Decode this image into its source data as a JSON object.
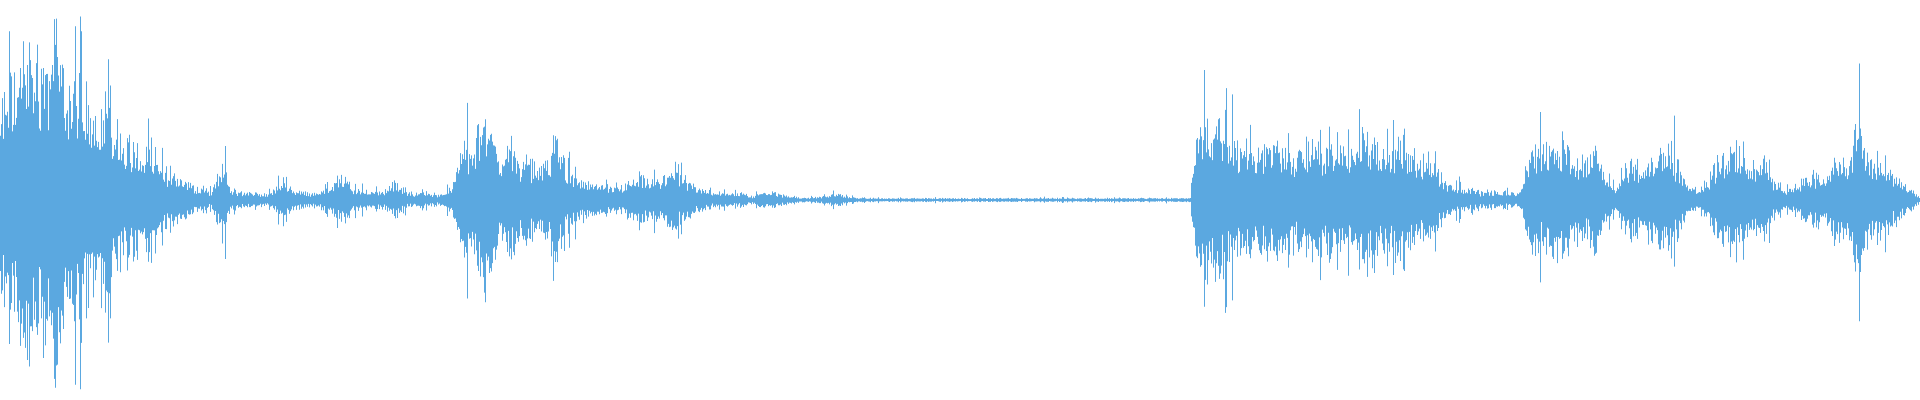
{
  "waveform": {
    "color": "#5ba8e0",
    "background": "#ffffff",
    "amplitude_envelope": [
      [
        0.0,
        0.5
      ],
      [
        0.005,
        0.62
      ],
      [
        0.012,
        0.78
      ],
      [
        0.018,
        0.82
      ],
      [
        0.022,
        0.72
      ],
      [
        0.026,
        0.88
      ],
      [
        0.028,
        0.92
      ],
      [
        0.032,
        0.65
      ],
      [
        0.036,
        0.7
      ],
      [
        0.04,
        0.6
      ],
      [
        0.045,
        0.55
      ],
      [
        0.05,
        0.45
      ],
      [
        0.055,
        0.62
      ],
      [
        0.06,
        0.4
      ],
      [
        0.065,
        0.35
      ],
      [
        0.07,
        0.3
      ],
      [
        0.075,
        0.25
      ],
      [
        0.08,
        0.2
      ],
      [
        0.085,
        0.16
      ],
      [
        0.09,
        0.14
      ],
      [
        0.095,
        0.12
      ],
      [
        0.1,
        0.08
      ],
      [
        0.11,
        0.04
      ],
      [
        0.116,
        0.22
      ],
      [
        0.12,
        0.05
      ],
      [
        0.13,
        0.04
      ],
      [
        0.14,
        0.03
      ],
      [
        0.148,
        0.12
      ],
      [
        0.152,
        0.06
      ],
      [
        0.16,
        0.04
      ],
      [
        0.17,
        0.05
      ],
      [
        0.178,
        0.14
      ],
      [
        0.184,
        0.06
      ],
      [
        0.19,
        0.05
      ],
      [
        0.2,
        0.05
      ],
      [
        0.206,
        0.1
      ],
      [
        0.212,
        0.04
      ],
      [
        0.22,
        0.04
      ],
      [
        0.225,
        0.03
      ],
      [
        0.23,
        0.03
      ],
      [
        0.236,
        0.08
      ],
      [
        0.24,
        0.25
      ],
      [
        0.244,
        0.32
      ],
      [
        0.248,
        0.3
      ],
      [
        0.252,
        0.45
      ],
      [
        0.256,
        0.38
      ],
      [
        0.26,
        0.25
      ],
      [
        0.266,
        0.28
      ],
      [
        0.272,
        0.22
      ],
      [
        0.278,
        0.2
      ],
      [
        0.284,
        0.18
      ],
      [
        0.29,
        0.35
      ],
      [
        0.296,
        0.15
      ],
      [
        0.302,
        0.1
      ],
      [
        0.31,
        0.08
      ],
      [
        0.32,
        0.06
      ],
      [
        0.328,
        0.1
      ],
      [
        0.334,
        0.12
      ],
      [
        0.34,
        0.1
      ],
      [
        0.346,
        0.12
      ],
      [
        0.35,
        0.22
      ],
      [
        0.354,
        0.12
      ],
      [
        0.36,
        0.08
      ],
      [
        0.366,
        0.06
      ],
      [
        0.372,
        0.04
      ],
      [
        0.38,
        0.03
      ],
      [
        0.386,
        0.04
      ],
      [
        0.392,
        0.02
      ],
      [
        0.4,
        0.05
      ],
      [
        0.406,
        0.03
      ],
      [
        0.412,
        0.02
      ],
      [
        0.42,
        0.01
      ],
      [
        0.43,
        0.02
      ],
      [
        0.436,
        0.04
      ],
      [
        0.44,
        0.02
      ],
      [
        0.45,
        0.01
      ],
      [
        0.48,
        0.01
      ],
      [
        0.52,
        0.01
      ],
      [
        0.56,
        0.01
      ],
      [
        0.6,
        0.01
      ],
      [
        0.62,
        0.01
      ],
      [
        0.624,
        0.45
      ],
      [
        0.628,
        0.48
      ],
      [
        0.632,
        0.4
      ],
      [
        0.64,
        0.35
      ],
      [
        0.648,
        0.3
      ],
      [
        0.656,
        0.28
      ],
      [
        0.664,
        0.34
      ],
      [
        0.672,
        0.25
      ],
      [
        0.68,
        0.3
      ],
      [
        0.688,
        0.28
      ],
      [
        0.696,
        0.32
      ],
      [
        0.704,
        0.26
      ],
      [
        0.712,
        0.36
      ],
      [
        0.72,
        0.28
      ],
      [
        0.728,
        0.3
      ],
      [
        0.736,
        0.25
      ],
      [
        0.744,
        0.22
      ],
      [
        0.752,
        0.12
      ],
      [
        0.756,
        0.08
      ],
      [
        0.762,
        0.06
      ],
      [
        0.768,
        0.05
      ],
      [
        0.774,
        0.04
      ],
      [
        0.78,
        0.05
      ],
      [
        0.786,
        0.04
      ],
      [
        0.792,
        0.04
      ],
      [
        0.796,
        0.22
      ],
      [
        0.802,
        0.28
      ],
      [
        0.808,
        0.26
      ],
      [
        0.814,
        0.3
      ],
      [
        0.82,
        0.24
      ],
      [
        0.826,
        0.2
      ],
      [
        0.83,
        0.3
      ],
      [
        0.836,
        0.12
      ],
      [
        0.842,
        0.06
      ],
      [
        0.846,
        0.18
      ],
      [
        0.852,
        0.22
      ],
      [
        0.858,
        0.2
      ],
      [
        0.866,
        0.3
      ],
      [
        0.872,
        0.25
      ],
      [
        0.878,
        0.1
      ],
      [
        0.884,
        0.05
      ],
      [
        0.89,
        0.12
      ],
      [
        0.896,
        0.26
      ],
      [
        0.902,
        0.28
      ],
      [
        0.908,
        0.24
      ],
      [
        0.914,
        0.2
      ],
      [
        0.92,
        0.18
      ],
      [
        0.926,
        0.08
      ],
      [
        0.932,
        0.06
      ],
      [
        0.938,
        0.1
      ],
      [
        0.944,
        0.14
      ],
      [
        0.95,
        0.1
      ],
      [
        0.956,
        0.24
      ],
      [
        0.962,
        0.2
      ],
      [
        0.968,
        0.42
      ],
      [
        0.972,
        0.2
      ],
      [
        0.978,
        0.18
      ],
      [
        0.984,
        0.16
      ],
      [
        0.99,
        0.1
      ],
      [
        0.996,
        0.05
      ],
      [
        1.0,
        0.02
      ]
    ]
  }
}
